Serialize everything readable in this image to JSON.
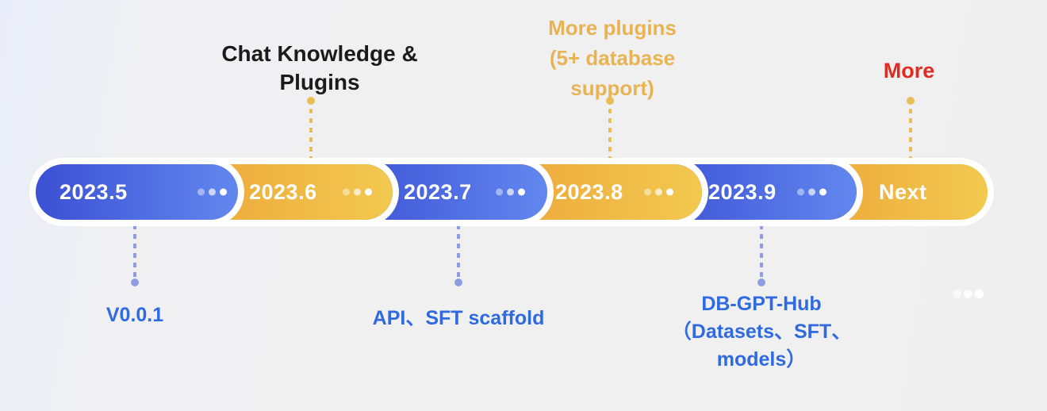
{
  "colors": {
    "blue_pill_start": "#3b50d4",
    "blue_pill_end": "#6287ee",
    "yellow_pill_start": "#eda63a",
    "yellow_pill_end": "#f2c94f",
    "connector_gold": "#e9bd5c",
    "connector_blue": "#8e9de2",
    "label_dark": "#1b1b1b",
    "label_gold": "#e8b453",
    "label_red": "#df2b21",
    "label_blue": "#2f6ae0",
    "ring_white": "#ffffff"
  },
  "timeline": {
    "segments": [
      {
        "label": "2023.5",
        "color": "blue",
        "has_dots": true
      },
      {
        "label": "2023.6",
        "color": "yellow",
        "has_dots": true
      },
      {
        "label": "2023.7",
        "color": "blue",
        "has_dots": true
      },
      {
        "label": "2023.8",
        "color": "yellow",
        "has_dots": true
      },
      {
        "label": "2023.9",
        "color": "blue",
        "has_dots": true
      },
      {
        "label": "Next",
        "color": "yellow",
        "has_dots": false
      }
    ]
  },
  "milestones": {
    "above": {
      "m2023_6": {
        "line1": "Chat Knowledge &",
        "line2": "Plugins"
      },
      "m2023_8": {
        "line1": "More plugins",
        "line2": "(5+ database",
        "line3": "support)"
      },
      "next": {
        "line1": "More"
      }
    },
    "below": {
      "m2023_5": {
        "line1": "V0.0.1"
      },
      "m2023_7": {
        "line1": "API、SFT scaffold"
      },
      "m2023_9": {
        "line1": "DB-GPT-Hub",
        "line2": "（Datasets、SFT、",
        "line3": "models）"
      }
    }
  }
}
